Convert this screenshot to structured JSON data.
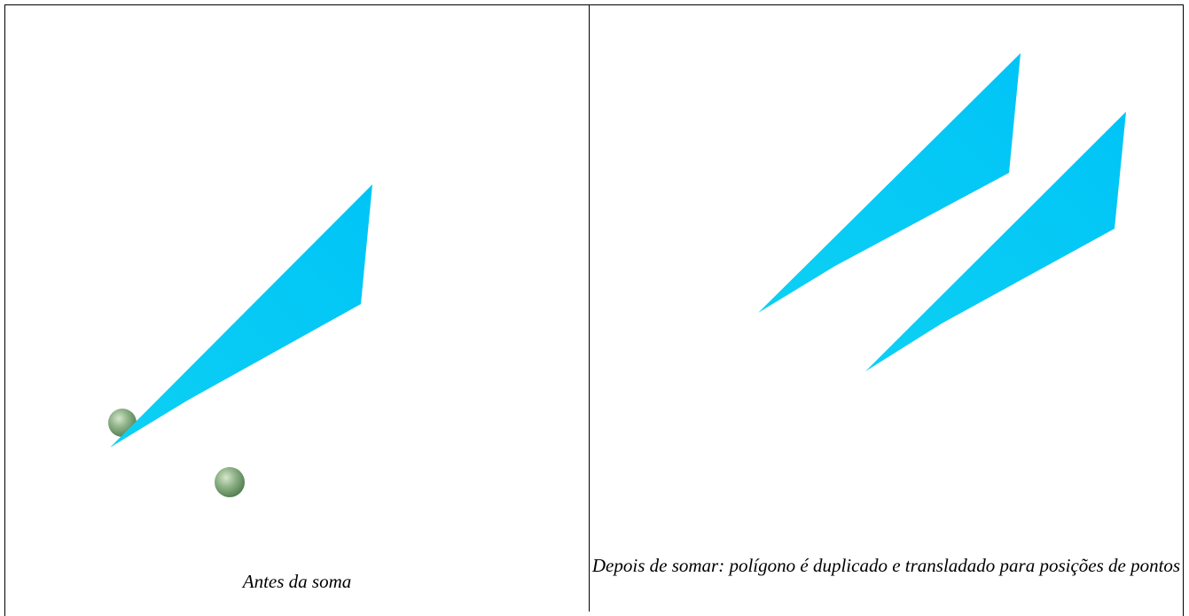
{
  "panels": [
    {
      "caption": "Antes da soma",
      "polygon_count": 1,
      "point_count": 2
    },
    {
      "caption": "Depois de somar: polígono é duplicado e transladado para posições de pontos",
      "polygon_count": 2,
      "point_count": 0
    }
  ],
  "colors": {
    "polygon": "#00c8f8",
    "point": "#7fa47c",
    "border": "#000000"
  }
}
